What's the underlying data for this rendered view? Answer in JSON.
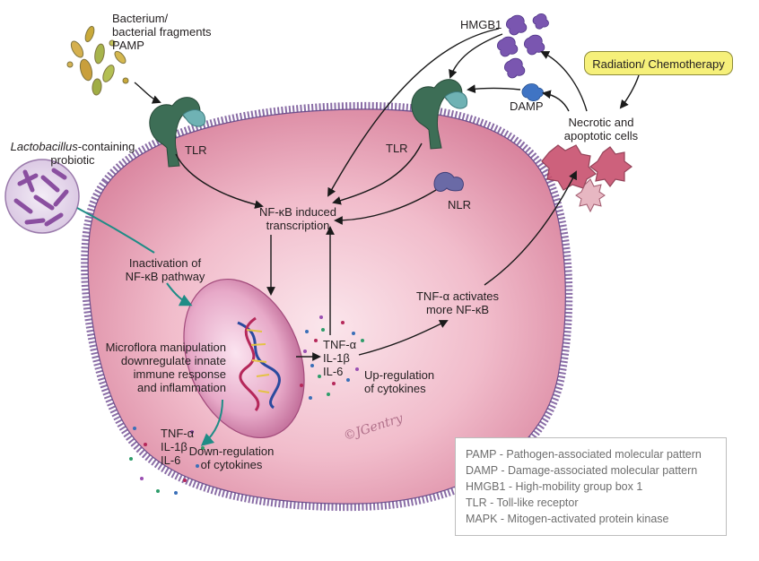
{
  "labels": {
    "bacteria_line1": "Bacterium/",
    "bacteria_line2": "bacterial fragments",
    "bacteria_line3": "PAMP",
    "probiotic_italic": "Lactobacillus",
    "probiotic_rest": "-containing",
    "probiotic_line2": "probiotic",
    "tlr_left": "TLR",
    "tlr_right": "TLR",
    "hmgb1": "HMGB1",
    "damp": "DAMP",
    "radiation": "Radiation/ Chemotherapy",
    "necrotic_line1": "Necrotic and",
    "necrotic_line2": "apoptotic cells",
    "nfkb_line1": "NF-κB induced",
    "nfkb_line2": "transcription",
    "nlr": "NLR",
    "inactivation_line1": "Inactivation of",
    "inactivation_line2": "NF-κB pathway",
    "tnf_line1": "TNF-α activates",
    "tnf_line2": "more NF-κB",
    "microflora_line1": "Microflora manipulation",
    "microflora_line2": "downregulate innate",
    "microflora_line3": "immune response",
    "microflora_line4": "and inflammation",
    "cyto_up_1": "TNF-α",
    "cyto_up_2": "IL-1β",
    "cyto_up_3": "IL-6",
    "upreg_line1": "Up-regulation",
    "upreg_line2": "of cytokines",
    "cyto_down_1": "TNF-α",
    "cyto_down_2": "IL-1β",
    "cyto_down_3": "IL-6",
    "downreg_line1": "Down-regulation",
    "downreg_line2": "of cytokines",
    "signature": "©JGentry"
  },
  "legend": [
    "PAMP - Pathogen-associated molecular pattern",
    "DAMP - Damage-associated molecular pattern",
    "HMGB1 - High-mobility group box 1",
    "TLR - Toll-like receptor",
    "MAPK - Mitogen-activated protein kinase"
  ],
  "colors": {
    "cell_fill": "#e9a3b6",
    "membrane": "#8a6da6",
    "nucleus": "#c45e8f",
    "receptor": "#3d6e56",
    "hmgb1": "#7a56b0",
    "probiotic": "#b48ac3",
    "teal_arrow": "#1f8c86",
    "radiation_box": "#f6f07a"
  },
  "icons": [
    "bacteria-icon",
    "tlr-receptor-icon",
    "nlr-icon",
    "hmgb1-protein-icon",
    "damp-protein-icon",
    "dna-helix-icon",
    "necrotic-cell-icon",
    "probiotic-circle-icon"
  ]
}
